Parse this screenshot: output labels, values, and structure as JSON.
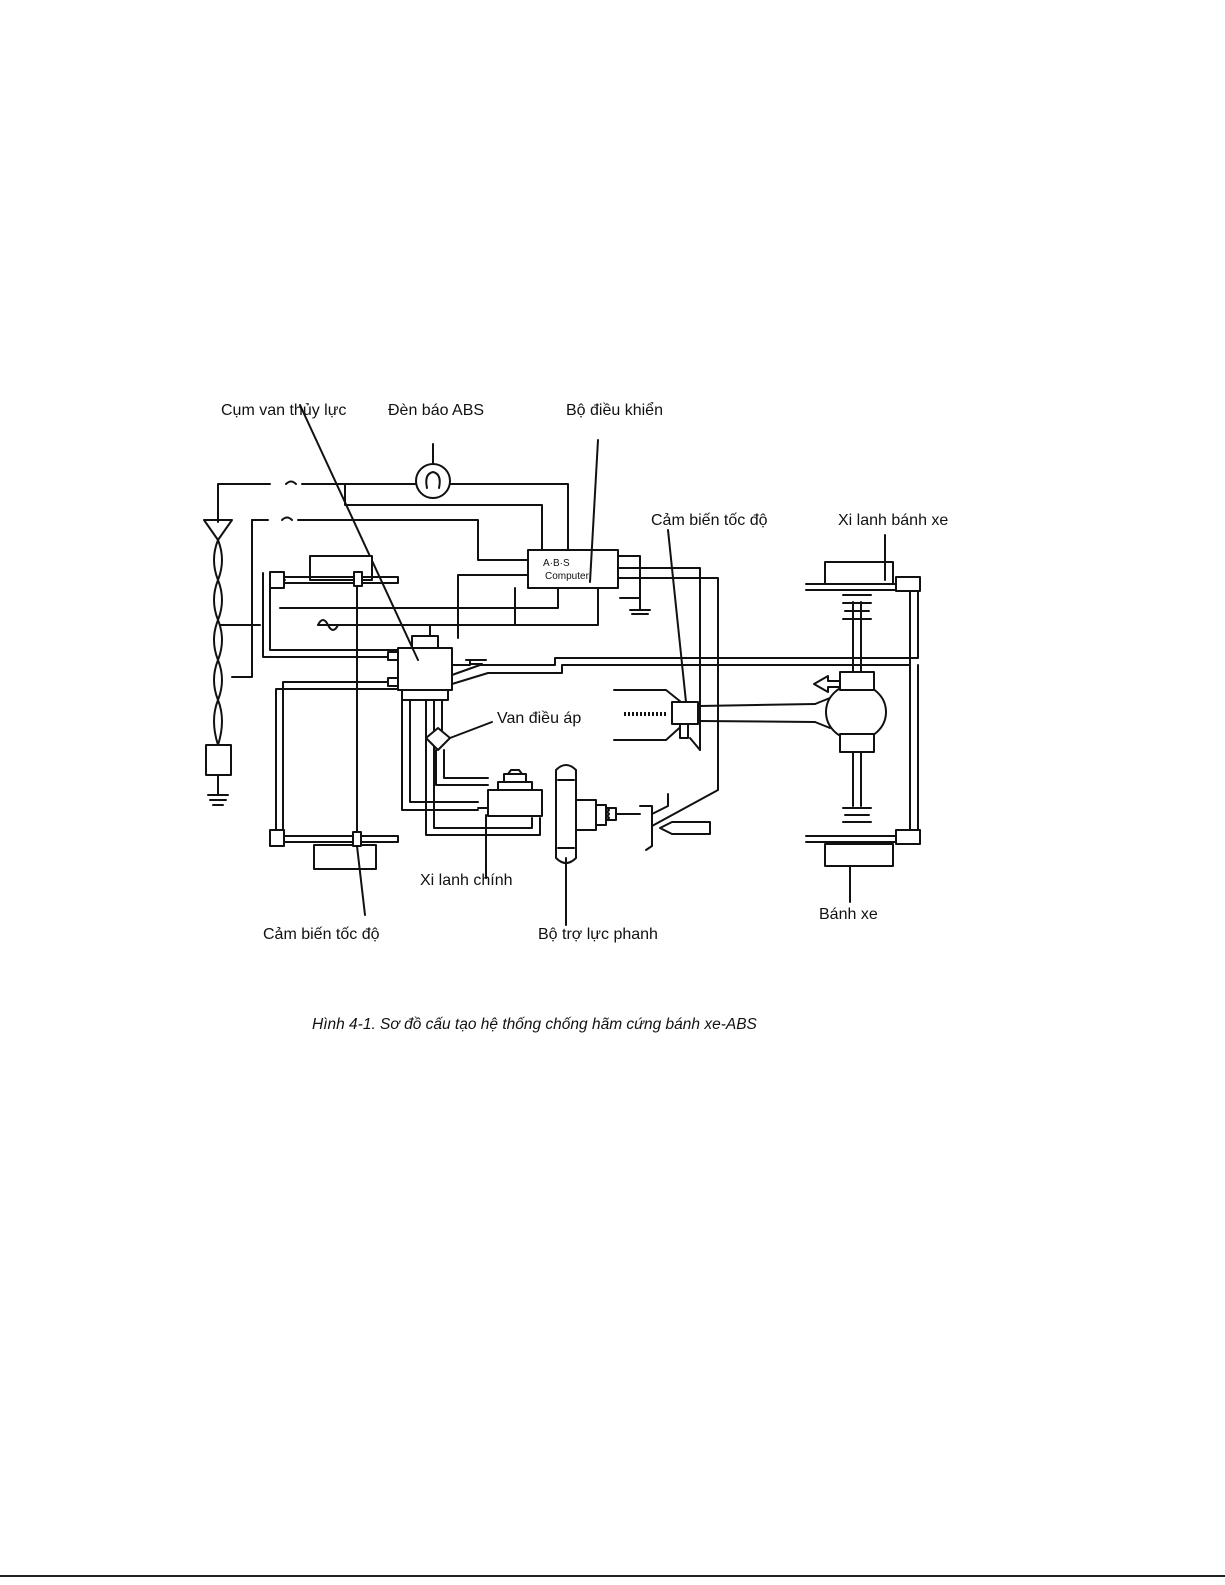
{
  "labels": {
    "hydraulic_valve_unit": "Cụm van thủy lực",
    "abs_warning_lamp": "Đèn báo ABS",
    "controller": "Bộ điều khiển",
    "speed_sensor_rear": "Cảm biến tốc độ",
    "wheel_cylinder": "Xi lanh bánh xe",
    "pressure_regulator": "Van điều áp",
    "master_cylinder": "Xi lanh chính",
    "wheel": "Bánh xe",
    "speed_sensor_front": "Cảm biến tốc độ",
    "brake_booster": "Bộ trợ lực phanh"
  },
  "computer_box": {
    "line1": "A·B·S",
    "line2": "Computer"
  },
  "caption": "Hình 4-1.  Sơ đồ cấu tạo hệ thống chống hãm cứng bánh xe-ABS"
}
